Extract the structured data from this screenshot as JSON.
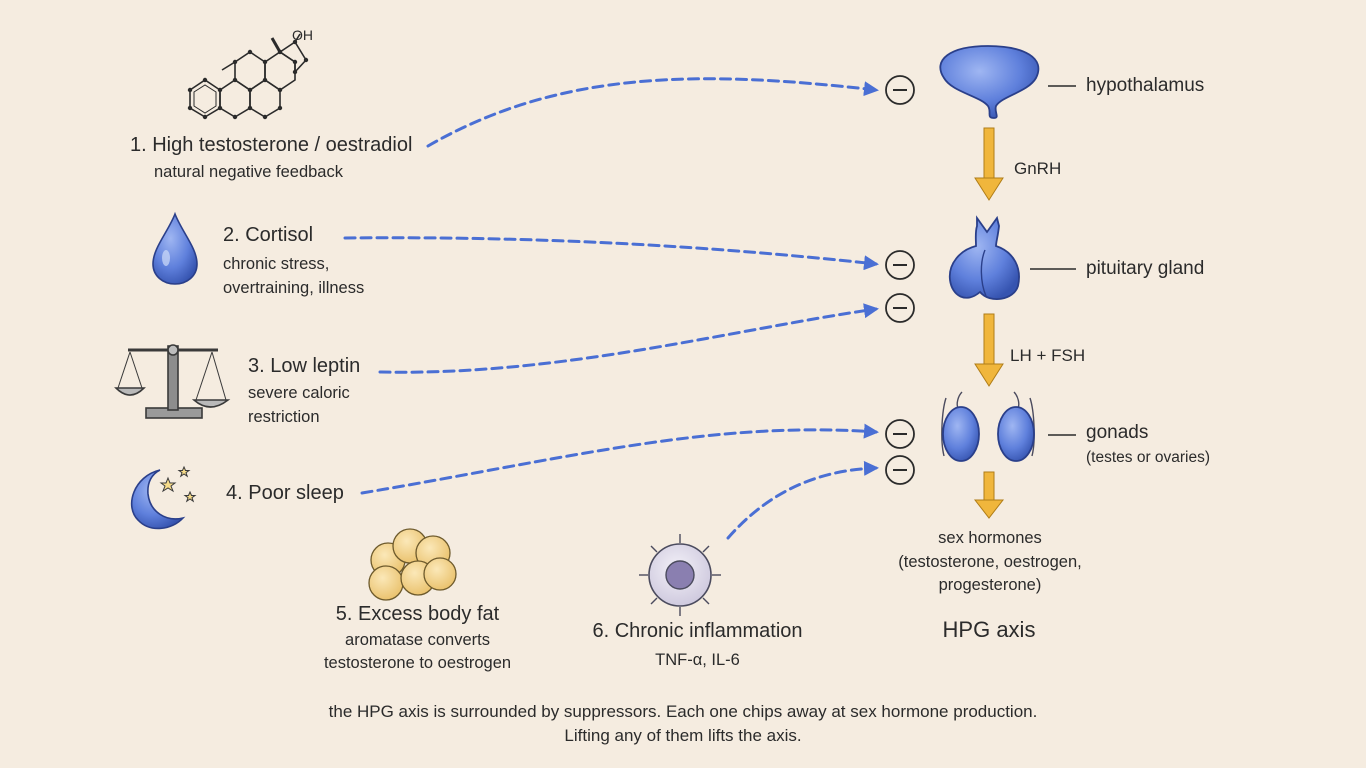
{
  "suppressors": [
    {
      "id": "s1",
      "title": "1. High testosterone / oestradiol",
      "desc": [
        "natural negative feedback"
      ],
      "icon": "steroid-structure-icon"
    },
    {
      "id": "s2",
      "title": "2. Cortisol",
      "desc": [
        "chronic stress,",
        "overtraining, illness"
      ],
      "icon": "drop-icon"
    },
    {
      "id": "s3",
      "title": "3. Low leptin",
      "desc": [
        "severe caloric",
        "restriction"
      ],
      "icon": "balance-scale-icon"
    },
    {
      "id": "s4",
      "title": "4. Poor sleep",
      "desc": [],
      "icon": "moon-stars-icon"
    },
    {
      "id": "s5",
      "title": "5. Excess body fat",
      "desc": [
        "aromatase converts",
        "testosterone to oestrogen"
      ],
      "icon": "fat-cells-icon"
    },
    {
      "id": "s6",
      "title": "6. Chronic inflammation",
      "desc": [
        "TNF-α, IL-6"
      ],
      "icon": "immune-cell-icon"
    }
  ],
  "axis": {
    "hypothalamus": "hypothalamus",
    "gnrh": "GnRH",
    "pituitary": "pituitary gland",
    "lh_fsh": "LH + FSH",
    "gonads": "gonads",
    "gonads_note": "(testes or ovaries)",
    "sex_hormones": [
      "sex hormones",
      "(testosterone, oestrogen,",
      "progesterone)"
    ],
    "title": "HPG axis",
    "inhibit_symbol": "−",
    "oh_label": "OH"
  },
  "caption": [
    "the HPG axis is surrounded by suppressors. Each one chips away at sex hormone production.",
    "Lifting any of them lifts the axis."
  ],
  "colors": {
    "background": "#f5ece0",
    "inhibit_arrow": "#4a6fd4",
    "stimulate_arrow": "#f0b63c",
    "organ_fill": "#6f8fe3",
    "fat_cell": "#f5d48a",
    "text": "#2b2b2b"
  }
}
